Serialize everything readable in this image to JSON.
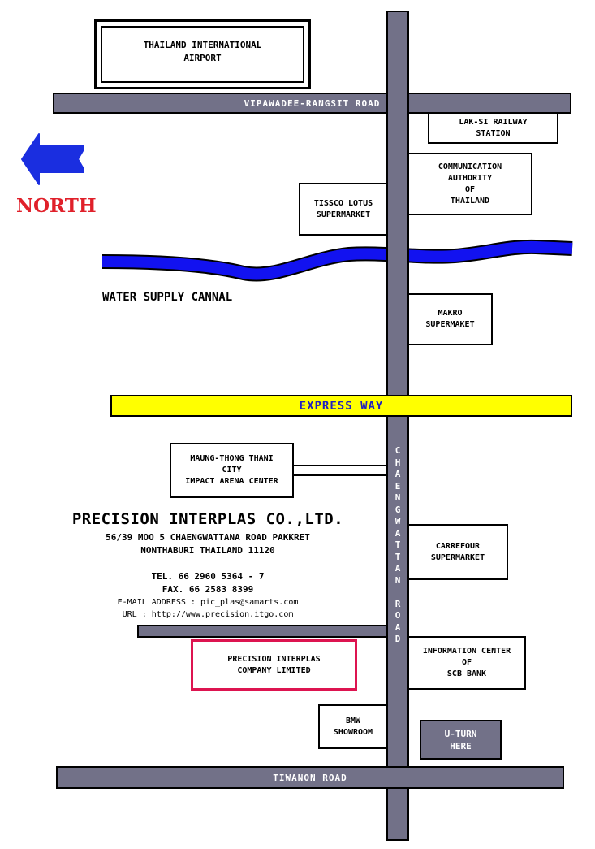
{
  "colors": {
    "road": "#727188",
    "canal": "#1212f0",
    "express_way": "#ffff00",
    "express_way_text": "#2020c0",
    "north": "#e0202a",
    "arrow": "#1a2ee0",
    "highlight_box": "#dd1450",
    "uturn_box": "#727188"
  },
  "icons": {
    "north_arrow": "left-arrow-icon"
  },
  "labels": {
    "airport": "THAILAND INTERNATIONAL\nAIRPORT",
    "north": "NORTH",
    "canal": "WATER SUPPLY CANNAL",
    "lak_si": "LAK-SI RAILWAY\nSTATION",
    "cat": "COMMUNICATION\nAUTHORITY\nOF\nTHAILAND",
    "tissco": "TISSCO LOTUS\nSUPERMARKET",
    "makro": "MAKRO\nSUPERMAKET",
    "maung_thong": "MAUNG-THONG THANI\nCITY\nIMPACT ARENA CENTER",
    "carrefour": "CARREFOUR\nSUPERMARKET",
    "precision_box": "PRECISION INTERPLAS\nCOMPANY LIMITED",
    "scb": "INFORMATION CENTER\nOF\nSCB BANK",
    "bmw": "BMW\nSHOWROOM",
    "uturn": "U-TURN\nHERE"
  },
  "roads": {
    "vipawadee": "VIPAWADEE-RANGSIT ROAD",
    "express_way": "EXPRESS WAY",
    "tiwanon": "TIWANON ROAD",
    "chaengwattan_letters": [
      "C",
      "H",
      "A",
      "E",
      "N",
      "G",
      "W",
      "A",
      "T",
      "T",
      "A",
      "N",
      "",
      "R",
      "O",
      "A",
      "D"
    ]
  },
  "company": {
    "name": "PRECISION INTERPLAS CO.,LTD.",
    "address_line1": "56/39 MOO 5 CHAENGWATTANA ROAD PAKKRET",
    "address_line2": "NONTHABURI THAILAND 11120",
    "tel": "TEL. 66 2960 5364 - 7",
    "fax": "FAX. 66 2583 8399",
    "email": "E-MAIL ADDRESS : pic_plas@samarts.com",
    "url": "URL : http://www.precision.itgo.com"
  }
}
